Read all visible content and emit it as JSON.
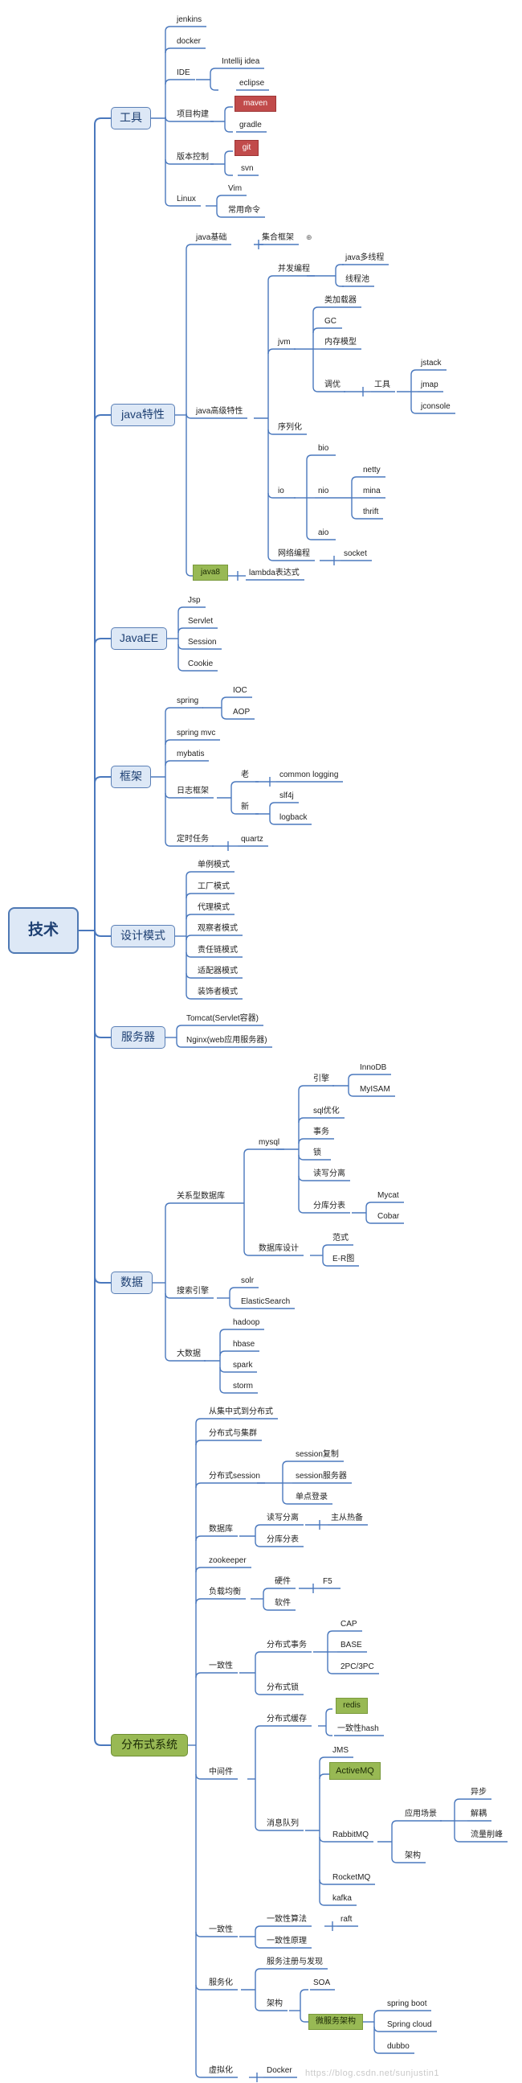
{
  "root": "技术",
  "tools": {
    "title": "工具",
    "jenkins": "jenkins",
    "docker": "docker",
    "ide": "IDE",
    "intellij": "Intellij idea",
    "eclipse": "eclipse",
    "build": "项目构建",
    "maven": "maven",
    "gradle": "gradle",
    "vcs": "版本控制",
    "git": "git",
    "svn": "svn",
    "linux": "Linux",
    "vim": "Vim",
    "common_cmd": "常用命令"
  },
  "java": {
    "title": "java特性",
    "basics": "java基础",
    "collections": "集合框架",
    "advanced": "java高级特性",
    "concurrency": "并发编程",
    "multithread": "java多线程",
    "threadpool": "线程池",
    "jvm": "jvm",
    "classloader": "类加载器",
    "gc": "GC",
    "memory_model": "内存模型",
    "tuning": "调优",
    "tools": "工具",
    "jstack": "jstack",
    "jmap": "jmap",
    "jconsole": "jconsole",
    "serialization": "序列化",
    "io": "io",
    "bio": "bio",
    "nio": "nio",
    "netty": "netty",
    "mina": "mina",
    "thrift": "thrift",
    "aio": "aio",
    "network": "网络编程",
    "socket": "socket",
    "java8": "java8",
    "lambda": "lambda表达式"
  },
  "javaee": {
    "title": "JavaEE",
    "jsp": "Jsp",
    "servlet": "Servlet",
    "session": "Session",
    "cookie": "Cookie"
  },
  "framework": {
    "title": "框架",
    "spring": "spring",
    "ioc": "IOC",
    "aop": "AOP",
    "springmvc": "spring mvc",
    "mybatis": "mybatis",
    "logging": "日志框架",
    "old": "老",
    "common_logging": "common logging",
    "new": "新",
    "slf4j": "slf4j",
    "logback": "logback",
    "scheduler": "定时任务",
    "quartz": "quartz"
  },
  "patterns": {
    "title": "设计模式",
    "items": [
      "单例模式",
      "工厂模式",
      "代理模式",
      "观察者模式",
      "责任链模式",
      "适配器模式",
      "装饰者模式"
    ]
  },
  "server": {
    "title": "服务器",
    "tomcat": "Tomcat(Servlet容器)",
    "nginx": "Nginx(web应用服务器)"
  },
  "data": {
    "title": "数据",
    "rdb": "关系型数据库",
    "mysql": "mysql",
    "engine": "引擎",
    "innodb": "InnoDB",
    "myisam": "MyISAM",
    "sql_opt": "sql优化",
    "transaction": "事务",
    "lock": "锁",
    "rw_split": "读写分离",
    "sharding": "分库分表",
    "mycat": "Mycat",
    "cobar": "Cobar",
    "db_design": "数据库设计",
    "normal_form": "范式",
    "er": "E-R图",
    "search": "搜索引擎",
    "solr": "solr",
    "es": "ElasticSearch",
    "bigdata": "大数据",
    "hadoop": "hadoop",
    "hbase": "hbase",
    "spark": "spark",
    "storm": "storm"
  },
  "dist": {
    "title": "分布式系统",
    "central_to_dist": "从集中式到分布式",
    "dist_cluster": "分布式与集群",
    "dist_session": "分布式session",
    "session_copy": "session复制",
    "session_server": "session服务器",
    "sso": "单点登录",
    "database": "数据库",
    "rw_split": "读写分离",
    "master_slave": "主从热备",
    "sharding": "分库分表",
    "zookeeper": "zookeeper",
    "lb": "负载均衡",
    "hardware": "硬件",
    "f5": "F5",
    "software": "软件",
    "consistency": "一致性",
    "dist_tx": "分布式事务",
    "cap": "CAP",
    "base": "BASE",
    "pc": "2PC/3PC",
    "dist_lock": "分布式锁",
    "middleware": "中间件",
    "dist_cache": "分布式缓存",
    "redis": "redis",
    "consistent_hash": "一致性hash",
    "mq": "消息队列",
    "jms": "JMS",
    "activemq": "ActiveMQ",
    "rabbitmq": "RabbitMQ",
    "scenarios": "应用场景",
    "async": "异步",
    "decouple": "解耦",
    "peak_shaving": "流量削峰",
    "arch": "架构",
    "rocketmq": "RocketMQ",
    "kafka": "kafka",
    "consistency2": "一致性",
    "consensus_algo": "一致性算法",
    "raft": "raft",
    "consensus_theory": "一致性原理",
    "servitization": "服务化",
    "registry": "服务注册与发现",
    "architecture": "架构",
    "soa": "SOA",
    "microservice": "微服务架构",
    "spring_boot": "spring boot",
    "spring_cloud": "Spring cloud",
    "dubbo": "dubbo",
    "virtualization": "虚拟化",
    "docker": "Docker"
  },
  "watermark": "https://blog.csdn.net/sunjustin1"
}
